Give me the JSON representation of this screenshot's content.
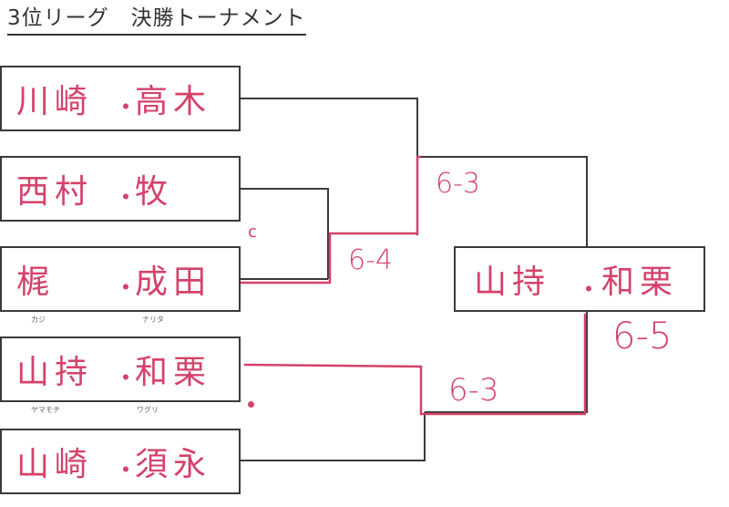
{
  "title": "3位リーグ　決勝トーナメント",
  "entries": [
    {
      "left": "川崎",
      "right": "高木"
    },
    {
      "left": "西村",
      "right": "牧"
    },
    {
      "left": "梶",
      "right": "成田",
      "ruby_left": "カジ",
      "ruby_right": "ナリタ"
    },
    {
      "left": "山持",
      "right": "和栗",
      "ruby_left": "ヤマモチ",
      "ruby_right": "ワグリ"
    },
    {
      "left": "山崎",
      "right": "須永"
    }
  ],
  "separator": "・",
  "winner": {
    "left": "山持",
    "right": "和栗"
  },
  "scores": {
    "semi_top": "6-3",
    "quarter": "6-4",
    "semi_bottom": "6-3",
    "final": "6-5"
  },
  "mark_c": "c",
  "colors": {
    "ink": "#d4426a",
    "line": "#3a3a3a"
  }
}
